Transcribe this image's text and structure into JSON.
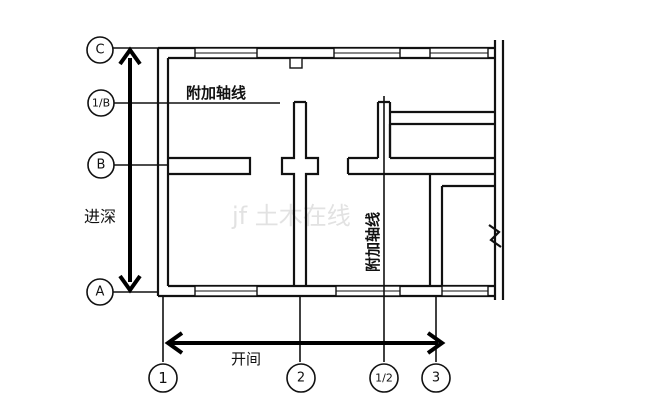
{
  "axes": {
    "vertical": [
      {
        "label": "C"
      },
      {
        "label": "1/B"
      },
      {
        "label": "B"
      },
      {
        "label": "A"
      }
    ],
    "horizontal": [
      {
        "label": "1"
      },
      {
        "label": "2"
      },
      {
        "label": "1/2"
      },
      {
        "label": "3"
      }
    ]
  },
  "annotations": {
    "additional_axis_horizontal": "附加轴线",
    "additional_axis_vertical": "附加轴线",
    "depth_label": "进深",
    "bay_label": "开间"
  },
  "watermark": "jf 土木在线"
}
